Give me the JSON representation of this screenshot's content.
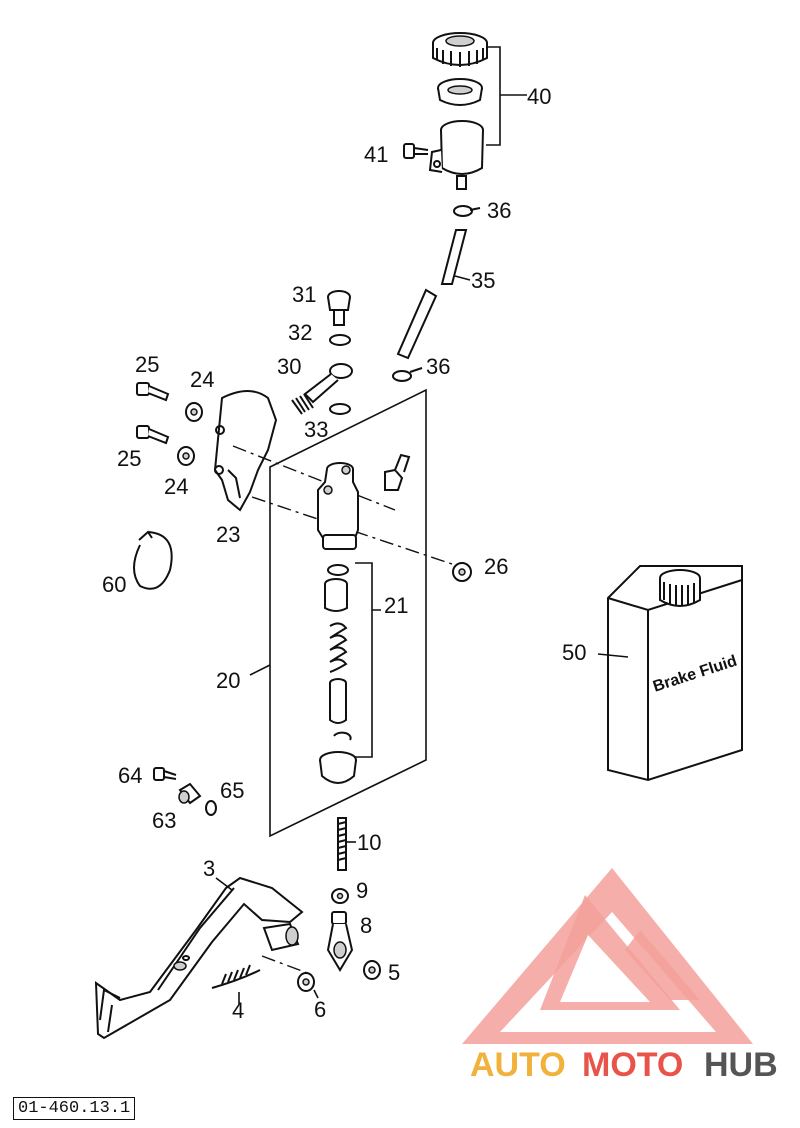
{
  "diagram": {
    "code": "01-460.13.1",
    "can_label": "Brake Fluid",
    "watermark": {
      "part1": "AUTO",
      "part2": "MOTO",
      "part3": "HUB",
      "color_orange": "#f2b13a",
      "color_red": "#e8534a",
      "color_gray": "#555555",
      "triangle_color": "#f3a09a"
    },
    "callouts": {
      "p40": "40",
      "p41": "41",
      "p36a": "36",
      "p35": "35",
      "p31": "31",
      "p32": "32",
      "p30": "30",
      "p36b": "36",
      "p33": "33",
      "p25a": "25",
      "p24a": "24",
      "p25b": "25",
      "p24b": "24",
      "p23": "23",
      "p26": "26",
      "p60": "60",
      "p21": "21",
      "p50": "50",
      "p20": "20",
      "p64": "64",
      "p65": "65",
      "p63": "63",
      "p10": "10",
      "p3": "3",
      "p9": "9",
      "p8": "8",
      "p5": "5",
      "p4": "4",
      "p6": "6"
    }
  }
}
